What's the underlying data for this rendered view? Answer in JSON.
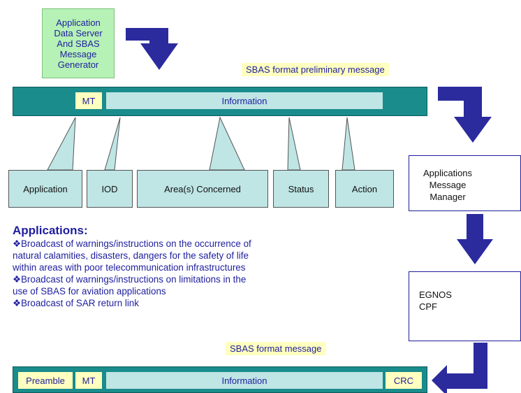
{
  "generator": {
    "label": "Application\nData Server\nAnd SBAS\nMessage\nGenerator"
  },
  "preliminary": {
    "caption": "SBAS format preliminary message",
    "mt": "MT",
    "information": "Information"
  },
  "fields": [
    "Application",
    "IOD",
    "Area(s) Concerned",
    "Status",
    "Action"
  ],
  "manager": {
    "label": "Applications\nMessage\nManager"
  },
  "cpf": {
    "label": "EGNOS\nCPF"
  },
  "applications": {
    "title": "Applications:",
    "items": [
      "❖Broadcast of warnings/instructions on the occurrence of",
      "natural calamities, disasters, dangers for the safety of life",
      "within areas with poor telecommunication infrastructures",
      "❖Broadcast of warnings/instructions on limitations in the",
      "use of SBAS for aviation applications",
      "❖Broadcast of SAR return link"
    ]
  },
  "final": {
    "caption": "SBAS format message",
    "preamble": "Preamble",
    "mt": "MT",
    "information": "Information",
    "crc": "CRC"
  },
  "colors": {
    "teal": "#1a8c8c",
    "arrow": "#2b2b9e",
    "text": "#1e1e9e",
    "highlight": "#ffffbf"
  }
}
